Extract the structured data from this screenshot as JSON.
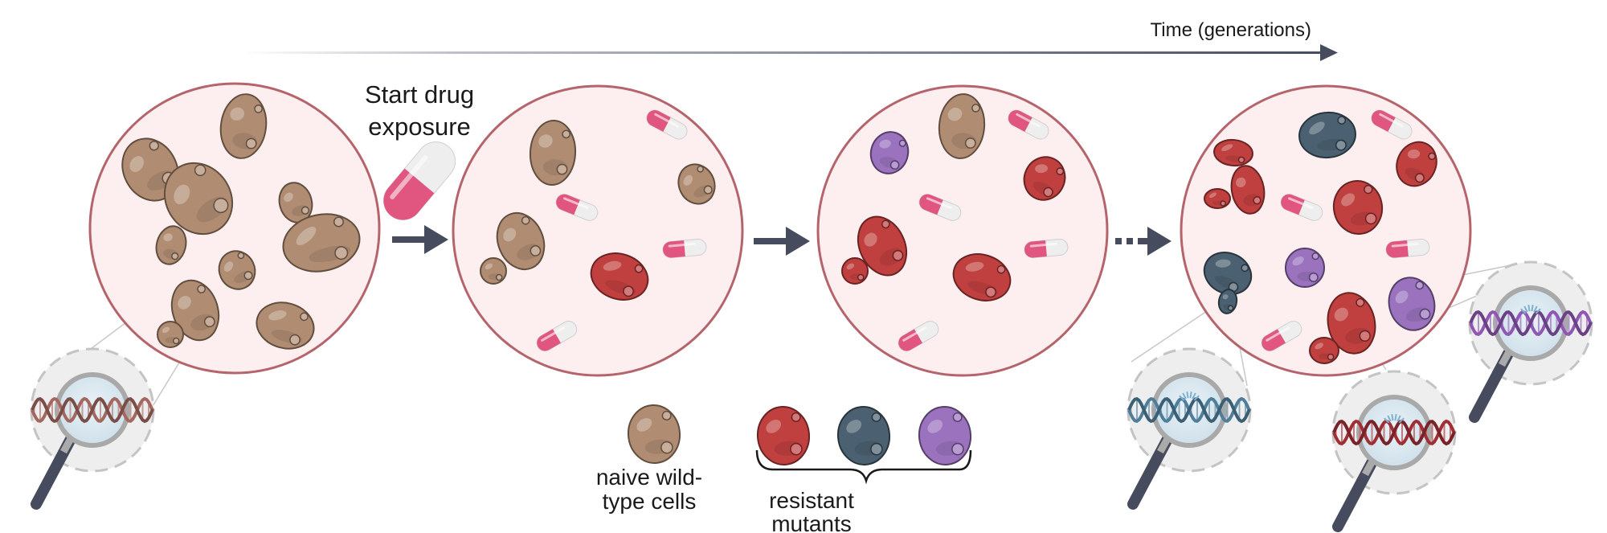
{
  "timeline": {
    "label": "Time (generations)"
  },
  "drug_step": {
    "line1": "Start drug",
    "line2": "exposure"
  },
  "legend": {
    "wild": {
      "line1": "naive wild-",
      "line2": "type cells"
    },
    "mutants": {
      "line1": "resistant",
      "line2": "mutants"
    }
  },
  "colors": {
    "wild_type": "#B08D72",
    "mutant_red": "#C0403F",
    "mutant_slate": "#4B6070",
    "mutant_purple": "#9A72BE",
    "dish_fill": "#FDEFEF",
    "dish_stroke": "#B5646C",
    "arrow": "#474B5E",
    "pill_pink": "#E05680",
    "pill_white": "#EEEEEE"
  }
}
